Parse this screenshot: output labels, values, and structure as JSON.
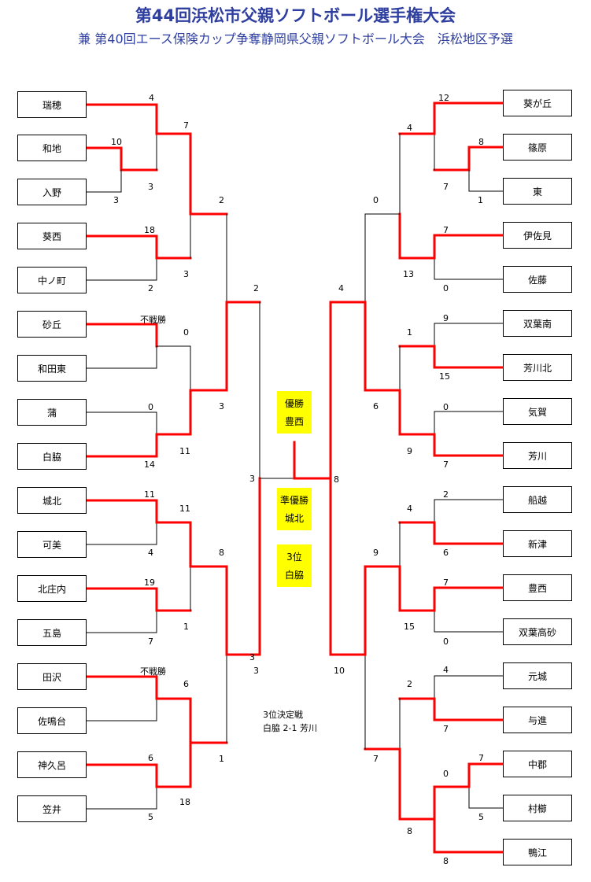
{
  "title": "第44回浜松市父親ソフトボール選手権大会",
  "subtitle": "兼 第40回エース保険カップ争奪静岡県父親ソフトボール大会　浜松地区予選",
  "left_teams": [
    "瑞穂",
    "和地",
    "入野",
    "葵西",
    "中ノ町",
    "砂丘",
    "和田東",
    "蒲",
    "白脇",
    "城北",
    "可美",
    "北庄内",
    "五島",
    "田沢",
    "佐鳴台",
    "神久呂",
    "笠井"
  ],
  "right_teams": [
    "葵が丘",
    "篠原",
    "東",
    "伊佐見",
    "佐藤",
    "双葉南",
    "芳川北",
    "気賀",
    "芳川",
    "船越",
    "新津",
    "豊西",
    "双葉高砂",
    "元城",
    "与進",
    "中郡",
    "村櫛",
    "鴨江"
  ],
  "left_scores": [
    {
      "t": "4"
    },
    {
      "t": "10"
    },
    {
      "t": "3"
    },
    {
      "t": "3"
    },
    {
      "t": "7"
    },
    {
      "t": "18"
    },
    {
      "t": "2"
    },
    {
      "t": "3"
    },
    {
      "t": "2"
    },
    {
      "t": "不戦勝"
    },
    {
      "t": "0"
    },
    {
      "t": "0"
    },
    {
      "t": "14"
    },
    {
      "t": "11"
    },
    {
      "t": "3"
    },
    {
      "t": "2"
    },
    {
      "t": "3"
    },
    {
      "t": "11"
    },
    {
      "t": "4"
    },
    {
      "t": "11"
    },
    {
      "t": "19"
    },
    {
      "t": "7"
    },
    {
      "t": "1"
    },
    {
      "t": "8"
    },
    {
      "t": "不戦勝"
    },
    {
      "t": "6"
    },
    {
      "t": "6"
    },
    {
      "t": "5"
    },
    {
      "t": "18"
    },
    {
      "t": "1"
    },
    {
      "t": "3"
    },
    {
      "t": "3"
    }
  ],
  "right_scores": [
    {
      "t": "12"
    },
    {
      "t": "8"
    },
    {
      "t": "1"
    },
    {
      "t": "7"
    },
    {
      "t": "4"
    },
    {
      "t": "7"
    },
    {
      "t": "0"
    },
    {
      "t": "13"
    },
    {
      "t": "0"
    },
    {
      "t": "9"
    },
    {
      "t": "15"
    },
    {
      "t": "1"
    },
    {
      "t": "0"
    },
    {
      "t": "7"
    },
    {
      "t": "6"
    },
    {
      "t": "9"
    },
    {
      "t": "4"
    },
    {
      "t": "2"
    },
    {
      "t": "6"
    },
    {
      "t": "4"
    },
    {
      "t": "7"
    },
    {
      "t": "0"
    },
    {
      "t": "15"
    },
    {
      "t": "9"
    },
    {
      "t": "4"
    },
    {
      "t": "7"
    },
    {
      "t": "2"
    },
    {
      "t": "7"
    },
    {
      "t": "0"
    },
    {
      "t": "5"
    },
    {
      "t": "8"
    },
    {
      "t": "8"
    },
    {
      "t": "7"
    },
    {
      "t": "10"
    },
    {
      "t": "8"
    }
  ],
  "champion": {
    "label": "優勝",
    "team": "豊西"
  },
  "runner_up": {
    "label": "準優勝",
    "team": "城北"
  },
  "third": {
    "label": "3位",
    "team": "白脇"
  },
  "third_place_match": {
    "title": "3位決定戦",
    "result": "白脇 2-1 芳川"
  },
  "colors": {
    "winner_line": "#ff0000",
    "loser_line": "#000000",
    "title": "#2f3fa0",
    "highlight": "#ffff00"
  }
}
